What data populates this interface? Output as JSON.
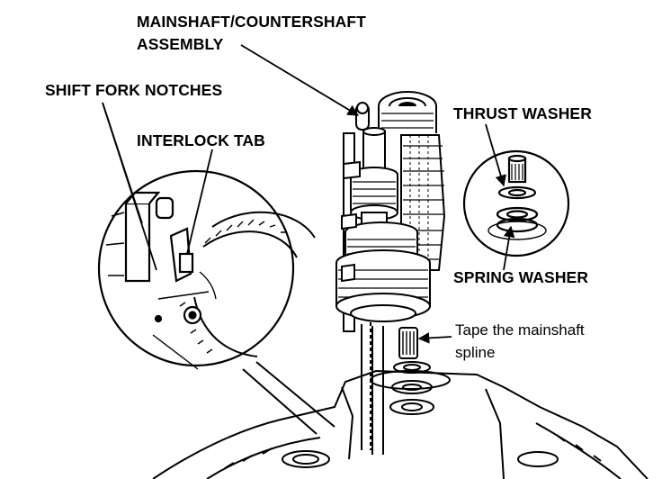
{
  "labels": {
    "mainshaft_assembly_line1": "MAINSHAFT/COUNTERSHAFT",
    "mainshaft_assembly_line2": "ASSEMBLY",
    "shift_fork_notches": "SHIFT FORK NOTCHES",
    "interlock_tab": "INTERLOCK TAB",
    "thrust_washer": "THRUST WASHER",
    "spring_washer": "SPRING WASHER",
    "tape_note_line1": "Tape the mainshaft",
    "tape_note_line2": "spline"
  },
  "colors": {
    "ink": "#000000",
    "paper": "#ffffff"
  }
}
